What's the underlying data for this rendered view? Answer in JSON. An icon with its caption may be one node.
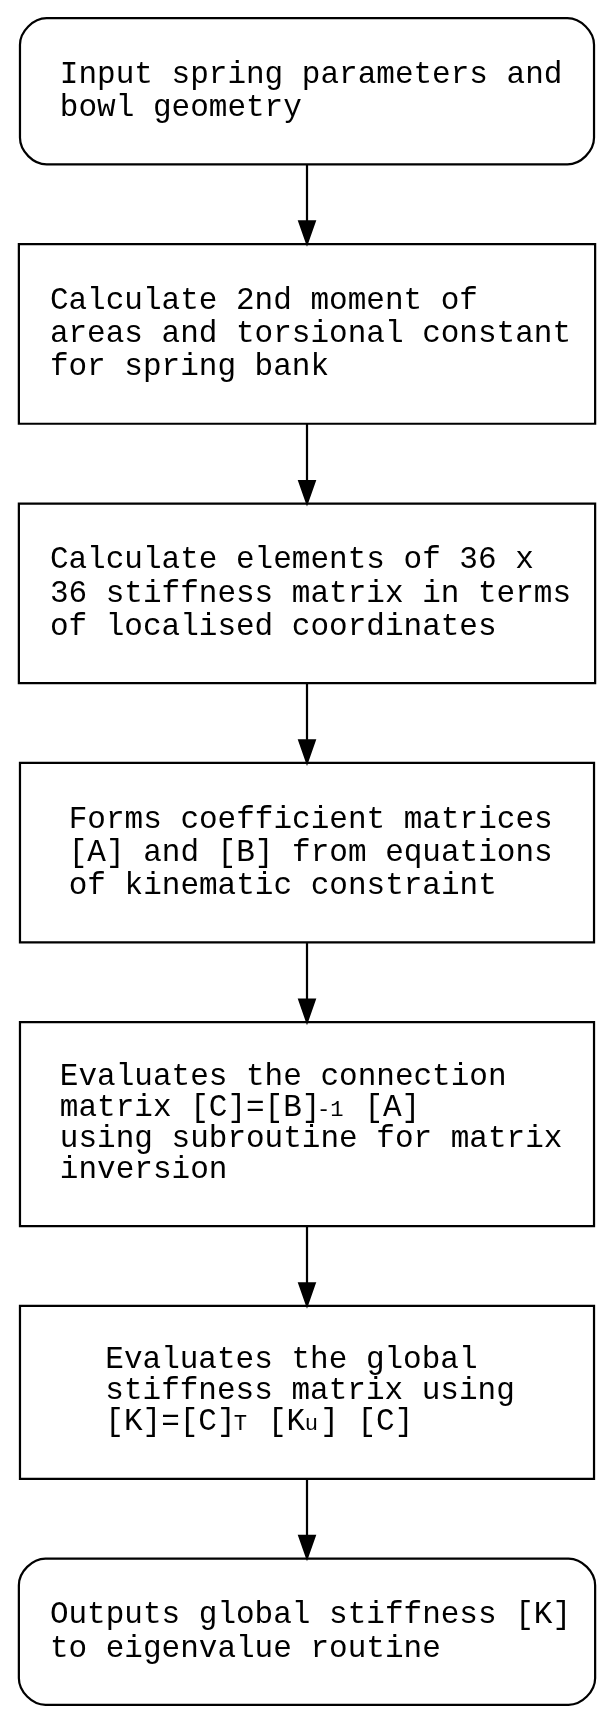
{
  "diagram": {
    "nodes": [
      {
        "text": [
          "Input spring parameters and bowl geometry"
        ]
      },
      {
        "text": [
          "Calculate 2nd moment of areas and torsional constant for spring bank"
        ]
      },
      {
        "text": [
          "Calculate elements of 36 x 36 stiffness matrix in terms of localised coordinates"
        ]
      },
      {
        "text": [
          "Forms coefficient matrices [A] and [B] from equations of kinematic constraint"
        ]
      },
      {
        "text": [
          "Evaluates the connection matrix [C]=[B]$^{-1}$ [A] using subroutine for matrix inversion"
        ]
      },
      {
        "text": [
          "Evaluates the global stiffness matrix using [K]=[C]$^{T}$ [K$_{u}$] [C]"
        ]
      },
      {
        "text": [
          "Outputs global stiffness [K] to eigenvalue routine"
        ]
      }
    ],
    "edges": [
      {
        "from": 0,
        "to": 1,
        "arrow": "to"
      },
      {
        "from": 1,
        "to": 2,
        "arrow": "to"
      },
      {
        "from": 2,
        "to": 3,
        "arrow": "to"
      },
      {
        "from": 3,
        "to": 4,
        "arrow": "to"
      },
      {
        "from": 4,
        "to": 5,
        "arrow": "to"
      },
      {
        "from": 5,
        "to": 6,
        "arrow": "to"
      }
    ]
  }
}
